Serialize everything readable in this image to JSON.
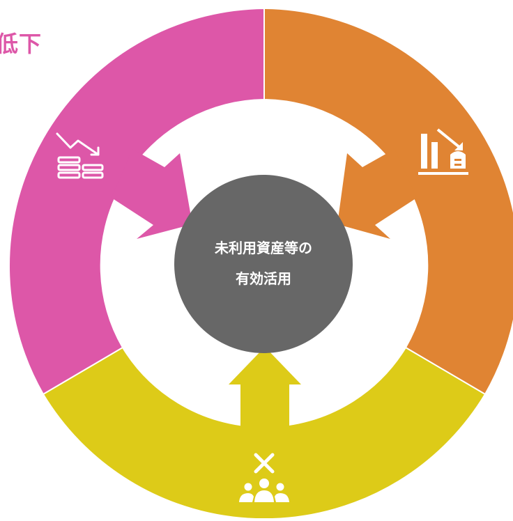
{
  "corner_label": "低下",
  "center": {
    "line1": "未利用資産等の",
    "line2": "有効活用"
  },
  "colors": {
    "pink": "#dd57a8",
    "orange": "#e08433",
    "yellow": "#ddcb18",
    "center": "#676767",
    "background": "#ffffff",
    "icon": "#ffffff"
  },
  "segments": [
    {
      "name": "pink-segment",
      "color": "#dd57a8",
      "icon": "falling-coins-icon"
    },
    {
      "name": "orange-segment",
      "color": "#e08433",
      "icon": "declining-bar-chart-icon"
    },
    {
      "name": "yellow-segment",
      "color": "#ddcb18",
      "icon": "people-cross-icon"
    }
  ]
}
